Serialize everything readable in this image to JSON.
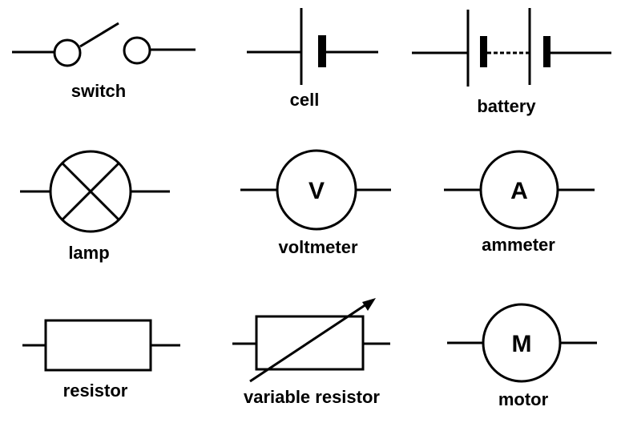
{
  "symbols": {
    "switch": {
      "label": "switch"
    },
    "cell": {
      "label": "cell"
    },
    "battery": {
      "label": "battery"
    },
    "lamp": {
      "label": "lamp"
    },
    "voltmeter": {
      "label": "voltmeter",
      "letter": "V"
    },
    "ammeter": {
      "label": "ammeter",
      "letter": "A"
    },
    "resistor": {
      "label": "resistor"
    },
    "variable_resistor": {
      "label": "variable resistor"
    },
    "motor": {
      "label": "motor",
      "letter": "M"
    }
  }
}
